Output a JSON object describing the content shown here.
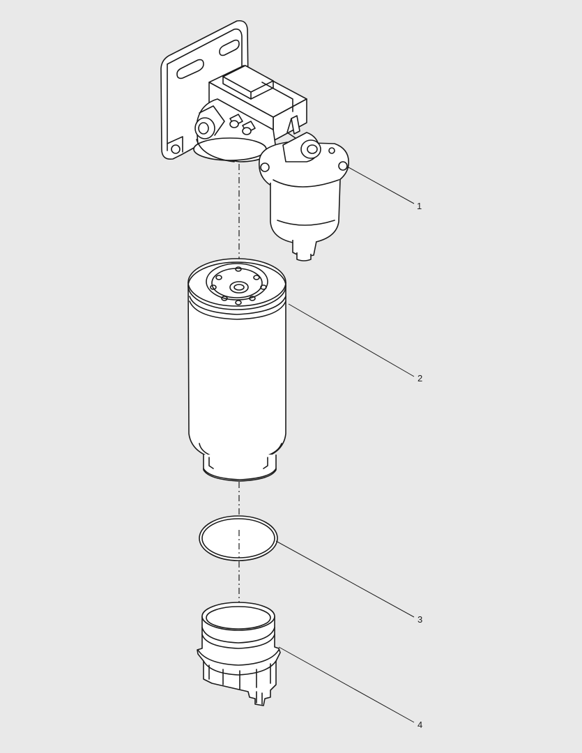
{
  "callouts": [
    {
      "id": "1",
      "label": "1"
    },
    {
      "id": "2",
      "label": "2"
    },
    {
      "id": "3",
      "label": "3"
    },
    {
      "id": "4",
      "label": "4"
    }
  ],
  "colors": {
    "background": "#e9e9e9",
    "line": "#1a1a1a",
    "part_fill": "#ffffff"
  }
}
